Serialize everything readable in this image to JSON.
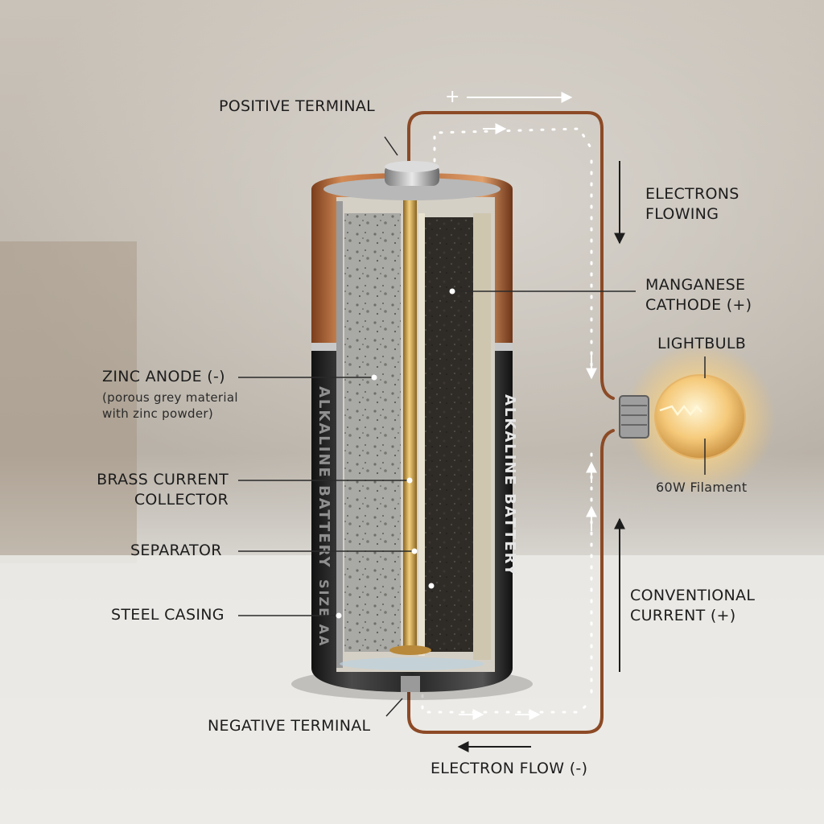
{
  "labels": {
    "positive_terminal": "POSITIVE TERMINAL",
    "electrons_flowing_1": "ELECTRONS",
    "electrons_flowing_2": "FLOWING",
    "manganese_cathode_1": "MANGANESE",
    "manganese_cathode_2": "CATHODE (+)",
    "lightbulb": "LIGHTBULB",
    "filament": "60W Filament",
    "zinc_anode": "ZINC ANODE (-)",
    "zinc_anode_note_1": "(porous grey material",
    "zinc_anode_note_2": "with zinc powder)",
    "brass_collector_1": "BRASS CURRENT",
    "brass_collector_2": "COLLECTOR",
    "separator": "SEPARATOR",
    "steel_casing": "STEEL CASING",
    "conventional_current_1": "CONVENTIONAL",
    "conventional_current_2": "CURRENT (+)",
    "negative_terminal": "NEGATIVE TERMINAL",
    "electron_flow": "ELECTRON FLOW (-)",
    "plus_sign": "+"
  },
  "battery": {
    "brand_left": "ALKALINE BATTERY",
    "brand_right": "ALKALINE BATTERY",
    "size": "SIZE AA"
  },
  "colors": {
    "copper": "#b4693a",
    "wire": "#8c4a26",
    "casing_black": "#2b2b2b",
    "brass": "#c79a3c",
    "zinc_grey": "#a7a7a3",
    "cathode_dark": "#2e2a26",
    "bulb_glow": "#ffd98a",
    "leader_line": "#2a2a2a"
  }
}
